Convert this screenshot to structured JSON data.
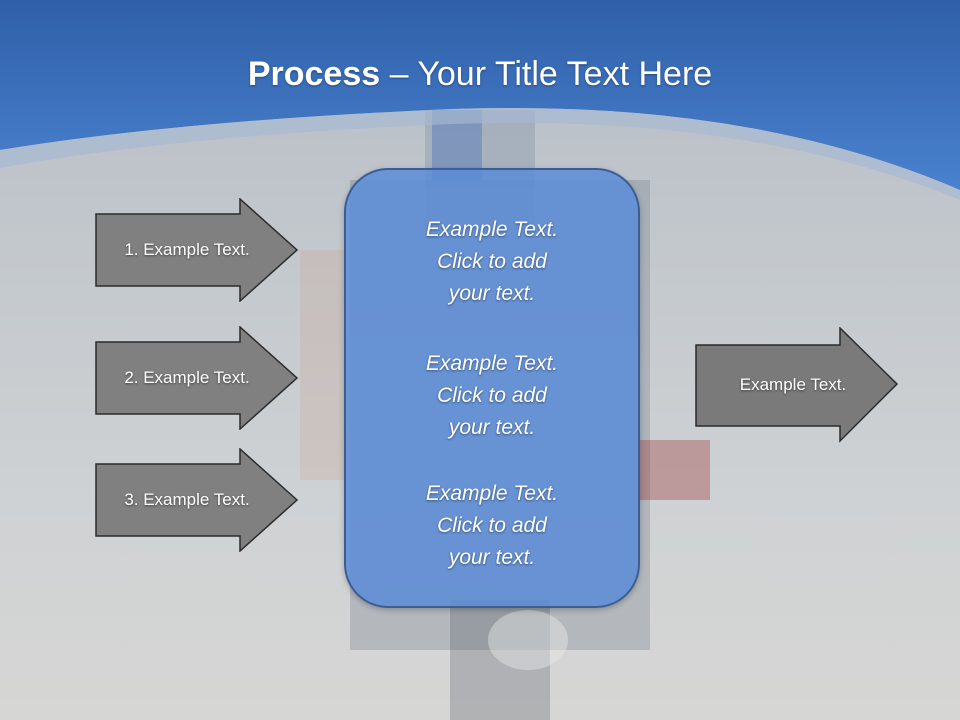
{
  "slide": {
    "title_bold": "Process",
    "title_rest": " – Your Title Text Here"
  },
  "left_arrows": [
    {
      "label": "1. Example Text."
    },
    {
      "label": "2. Example Text."
    },
    {
      "label": "3. Example Text."
    }
  ],
  "center_box": {
    "blocks": [
      {
        "lines": [
          "Example Text.",
          "Click  to add",
          "your text."
        ]
      },
      {
        "lines": [
          "Example Text.",
          "Click  to add",
          "your text."
        ]
      },
      {
        "lines": [
          "Example Text.",
          "Click  to add",
          "your text."
        ]
      }
    ]
  },
  "right_arrow": {
    "label": "Example Text."
  },
  "colors": {
    "header_blue": "#3d73bf",
    "arrow_fill": "#808080",
    "box_fill": "#5a8cd7"
  }
}
